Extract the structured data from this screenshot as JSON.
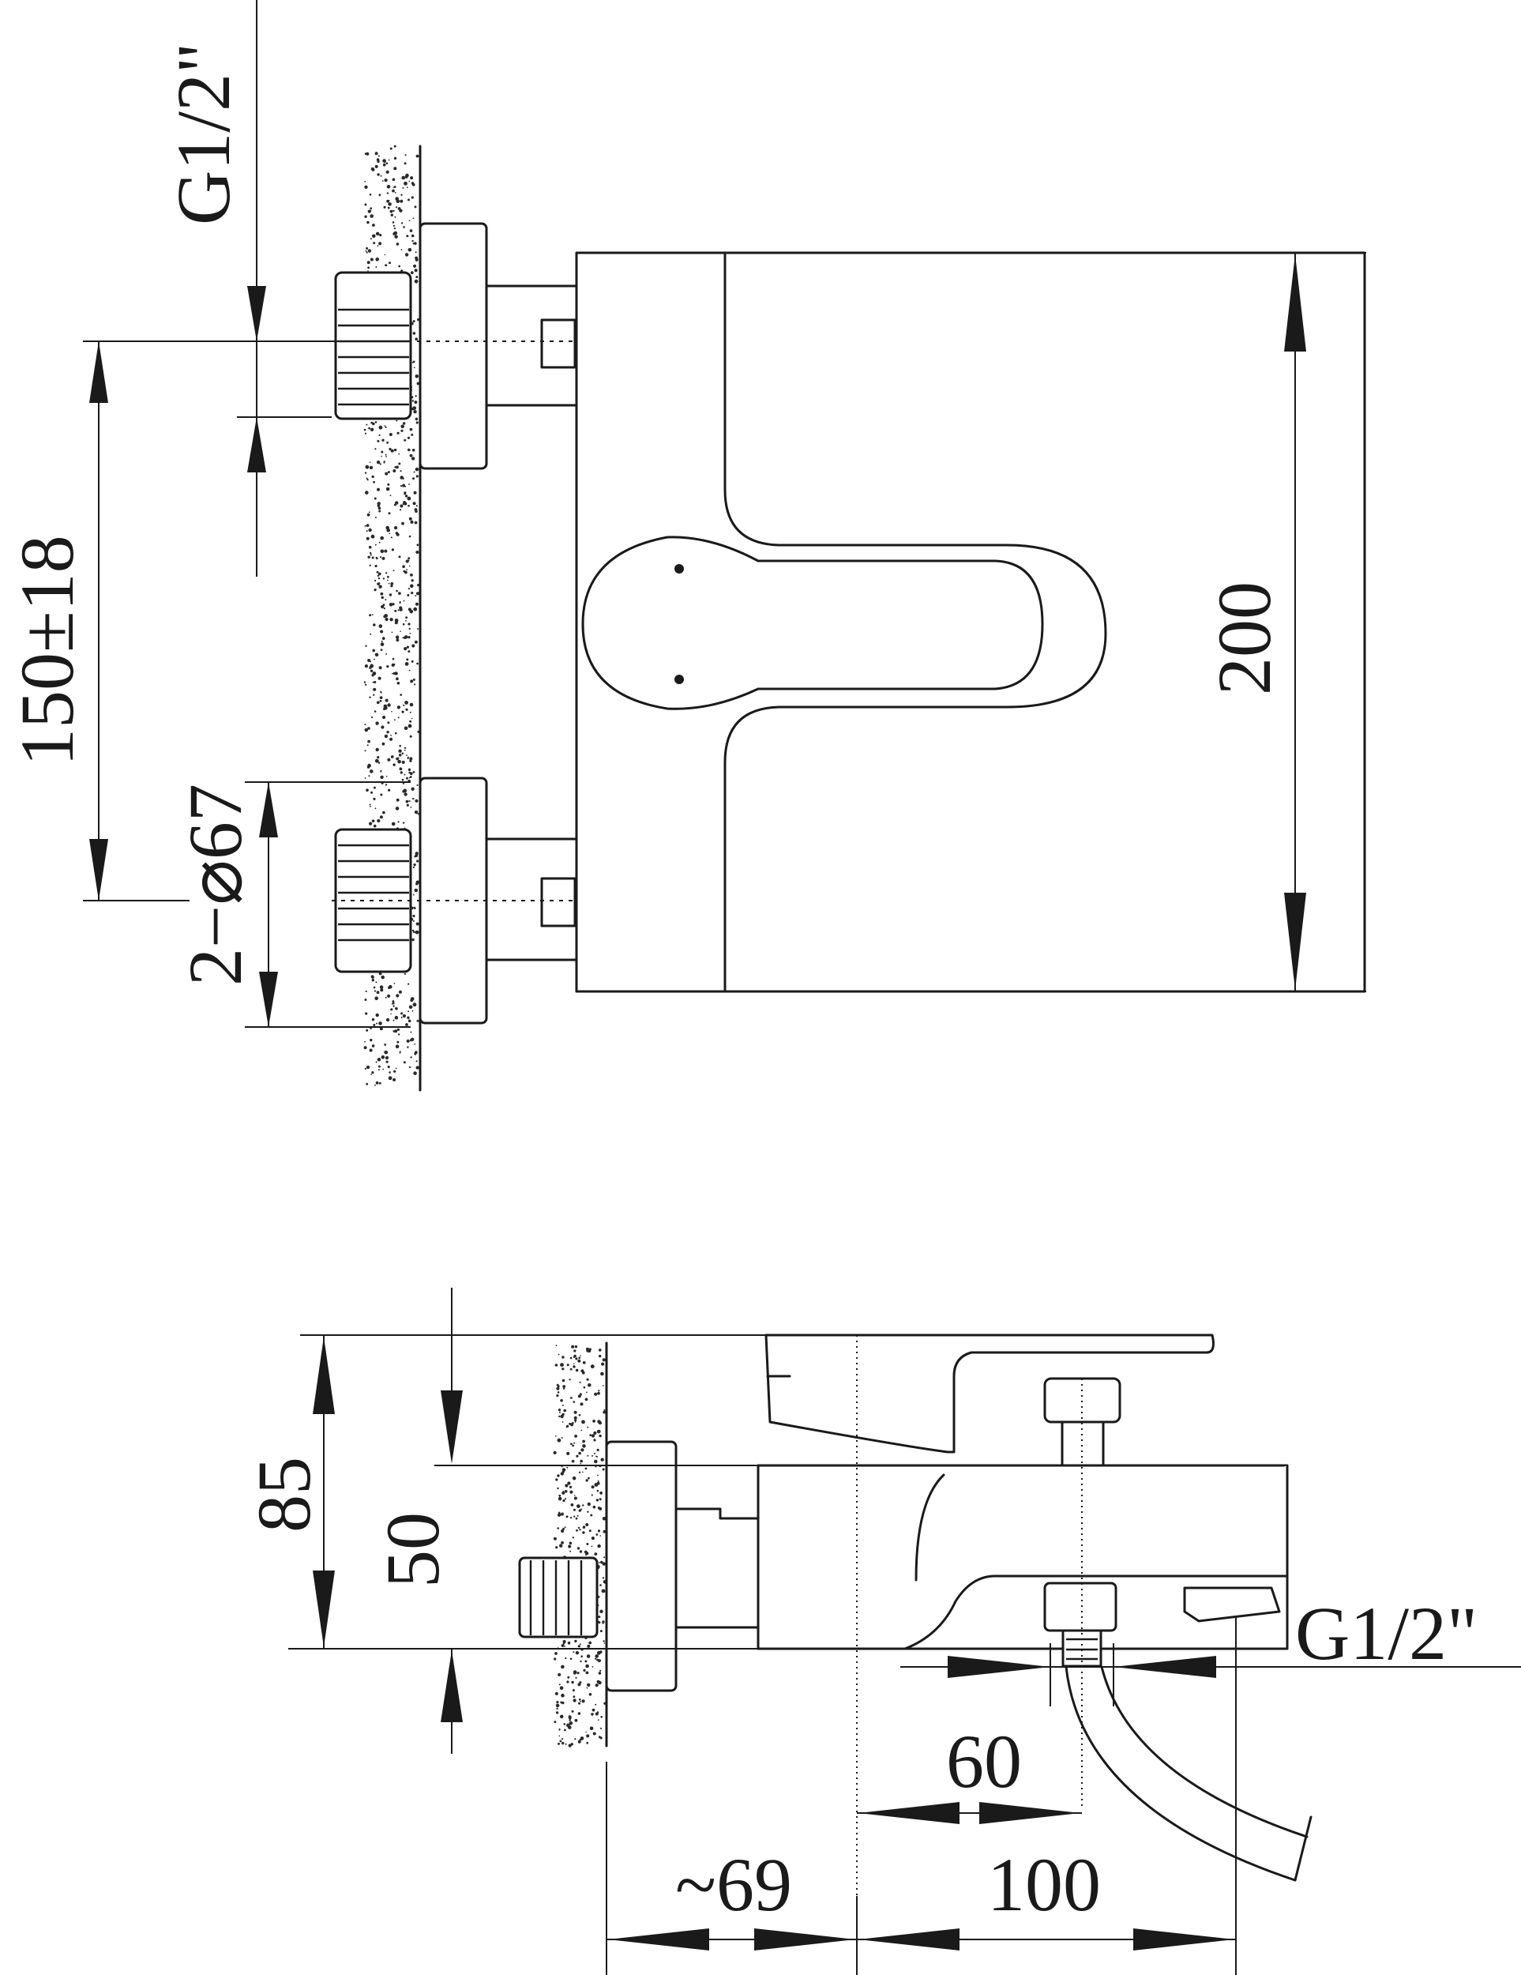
{
  "front_view": {
    "dim_inlet_thread": "G1/2\"",
    "dim_inlet_spacing": "150±18",
    "dim_cover_diameter": "2−⌀67",
    "dim_body_height": "200"
  },
  "side_view": {
    "dim_total_height": "85",
    "dim_body_height": "50",
    "dim_outlet_thread": "G1/2\"",
    "dim_spout_offset": "60",
    "dim_wall_distance": "~69",
    "dim_spout_length": "100"
  }
}
